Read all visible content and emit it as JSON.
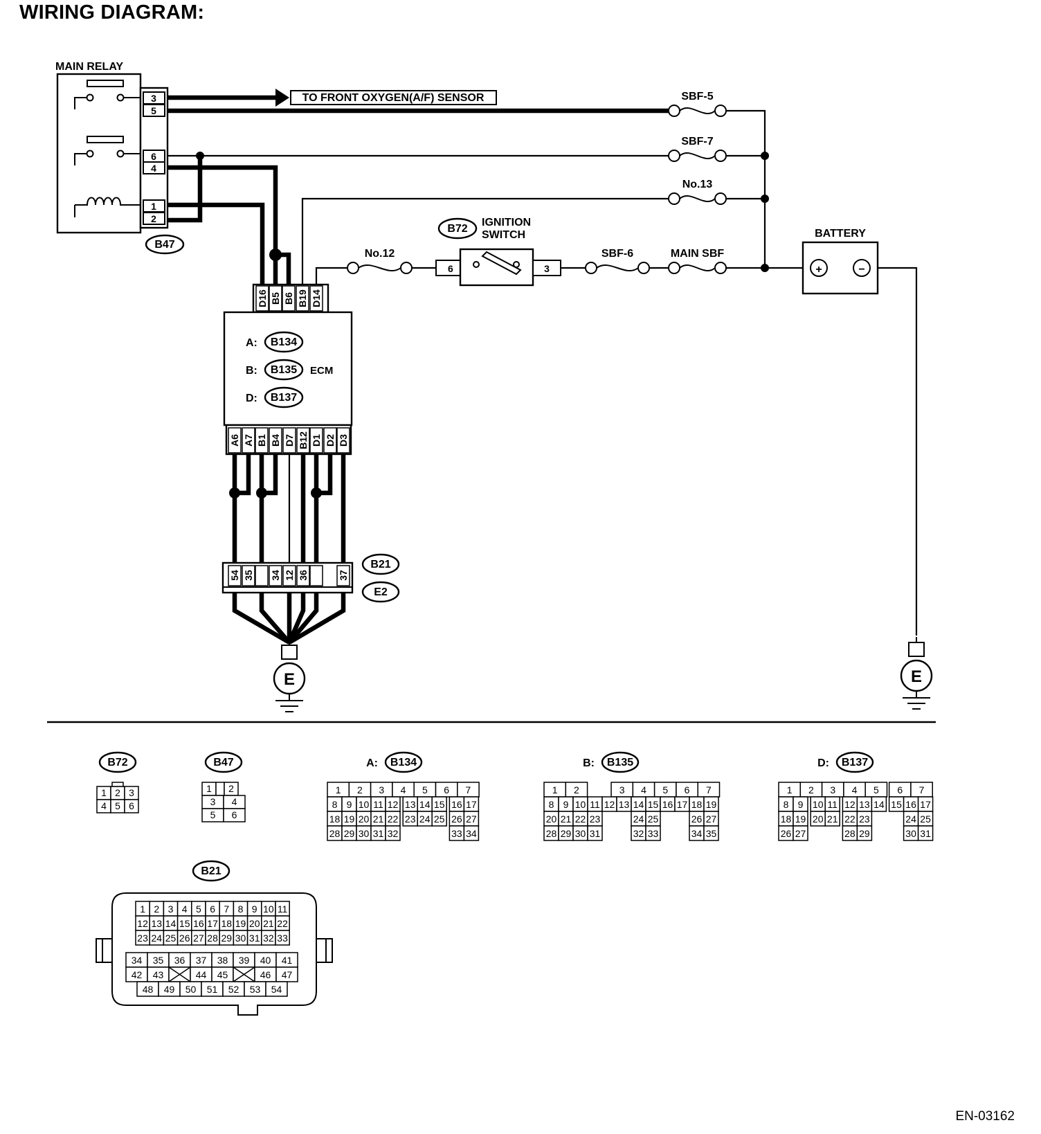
{
  "title": "WIRING DIAGRAM:",
  "figure_code": "EN-03162",
  "components": {
    "main_relay": "MAIN RELAY",
    "relay_connector": "B47",
    "relay_pins": [
      "3",
      "5",
      "6",
      "4",
      "1",
      "2"
    ],
    "oxygen_sensor_label": "TO FRONT OXYGEN(A/F) SENSOR",
    "fuse_sbf5": "SBF-5",
    "fuse_sbf7": "SBF-7",
    "fuse_no13": "No.13",
    "fuse_no12": "No.12",
    "ignition_connector": "B72",
    "ignition_switch_l1": "IGNITION",
    "ignition_switch_l2": "SWITCH",
    "ignition_pin_left": "6",
    "ignition_pin_right": "3",
    "fuse_sbf6": "SBF-6",
    "fuse_main_sbf": "MAIN SBF",
    "battery": "BATTERY",
    "battery_plus": "+",
    "battery_minus": "−",
    "ecm_label": "ECM",
    "ecm_connectors": [
      {
        "prefix": "A:",
        "code": "B134"
      },
      {
        "prefix": "B:",
        "code": "B135"
      },
      {
        "prefix": "D:",
        "code": "B137"
      }
    ],
    "ecm_top_pins": [
      "D16",
      "B5",
      "B6",
      "B19",
      "D14"
    ],
    "ecm_bottom_pins": [
      "A6",
      "A7",
      "B1",
      "B4",
      "D7",
      "B12",
      "D1",
      "D2",
      "D3"
    ],
    "joint_connector_codes": [
      "B21",
      "E2"
    ],
    "joint_pins": [
      "54",
      "35",
      "",
      "34",
      "12",
      "36",
      "",
      "37"
    ],
    "ground_label": "E"
  },
  "connector_views": {
    "b72": {
      "code": "B72",
      "rows": [
        [
          "1",
          "2",
          "3"
        ],
        [
          "4",
          "5",
          "6"
        ]
      ]
    },
    "b47": {
      "code": "B47",
      "rows": [
        [
          "1",
          "",
          "2"
        ],
        [
          "3",
          "4"
        ],
        [
          "5",
          "6"
        ]
      ]
    },
    "b134": {
      "prefix": "A:",
      "code": "B134",
      "rows": [
        [
          "1",
          "2",
          "3",
          "4",
          "5",
          "6",
          "7"
        ],
        [
          "8",
          "9",
          "10",
          "11",
          "12",
          "13",
          "14",
          "15",
          "16",
          "17"
        ],
        [
          "18",
          "19",
          "20",
          "21",
          "22",
          "23",
          "24",
          "25",
          "26",
          "27"
        ],
        [
          "28",
          "29",
          "30",
          "31",
          "32",
          "33",
          "34"
        ]
      ]
    },
    "b135": {
      "prefix": "B:",
      "code": "B135",
      "rows": [
        [
          "1",
          "2",
          "3",
          "4",
          "5",
          "6",
          "7"
        ],
        [
          "8",
          "9",
          "10",
          "11",
          "12",
          "13",
          "14",
          "15",
          "16",
          "17",
          "18",
          "19"
        ],
        [
          "20",
          "21",
          "22",
          "23",
          "24",
          "25",
          "26",
          "27"
        ],
        [
          "28",
          "29",
          "30",
          "31",
          "32",
          "33",
          "34",
          "35"
        ]
      ]
    },
    "b137": {
      "prefix": "D:",
      "code": "B137",
      "rows": [
        [
          "1",
          "2",
          "3",
          "4",
          "5",
          "6",
          "7"
        ],
        [
          "8",
          "9",
          "10",
          "11",
          "12",
          "13",
          "14",
          "15",
          "16",
          "17"
        ],
        [
          "18",
          "19",
          "20",
          "21",
          "22",
          "23",
          "24",
          "25"
        ],
        [
          "26",
          "27",
          "28",
          "29",
          "30",
          "31"
        ]
      ]
    },
    "b21": {
      "code": "B21",
      "rows": [
        [
          "1",
          "2",
          "3",
          "4",
          "5",
          "6",
          "7",
          "8",
          "9",
          "10",
          "11"
        ],
        [
          "12",
          "13",
          "14",
          "15",
          "16",
          "17",
          "18",
          "19",
          "20",
          "21",
          "22"
        ],
        [
          "23",
          "24",
          "25",
          "26",
          "27",
          "28",
          "29",
          "30",
          "31",
          "32",
          "33"
        ],
        [
          "34",
          "35",
          "36",
          "37",
          "38",
          "39",
          "40",
          "41"
        ],
        [
          "42",
          "43",
          "",
          "44",
          "45",
          "",
          "46",
          "47"
        ],
        [
          "48",
          "49",
          "50",
          "51",
          "52",
          "53",
          "54"
        ]
      ]
    }
  }
}
